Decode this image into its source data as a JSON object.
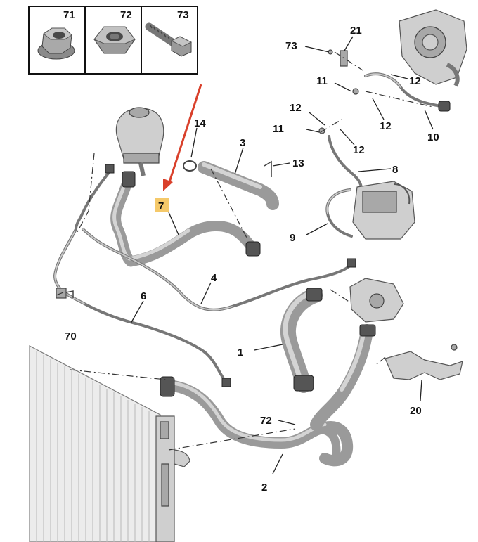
{
  "key_box": {
    "items": [
      {
        "ref": "71",
        "icon": "flange-nut-icon"
      },
      {
        "ref": "72",
        "icon": "hex-nut-icon"
      },
      {
        "ref": "73",
        "icon": "bolt-icon"
      }
    ]
  },
  "highlight": {
    "label": "7",
    "color": "#f5c96a",
    "arrow_color": "#d9402b"
  },
  "callouts": {
    "c1": "1",
    "c2": "2",
    "c3": "3",
    "c4": "4",
    "c6": "6",
    "c7": "7",
    "c8": "8",
    "c9": "9",
    "c10": "10",
    "c11a": "11",
    "c11b": "11",
    "c12a": "12",
    "c12b": "12",
    "c12c": "12",
    "c12d": "12",
    "c13": "13",
    "c14": "14",
    "c20": "20",
    "c21": "21",
    "c70": "70",
    "c72": "72",
    "c73": "73"
  }
}
